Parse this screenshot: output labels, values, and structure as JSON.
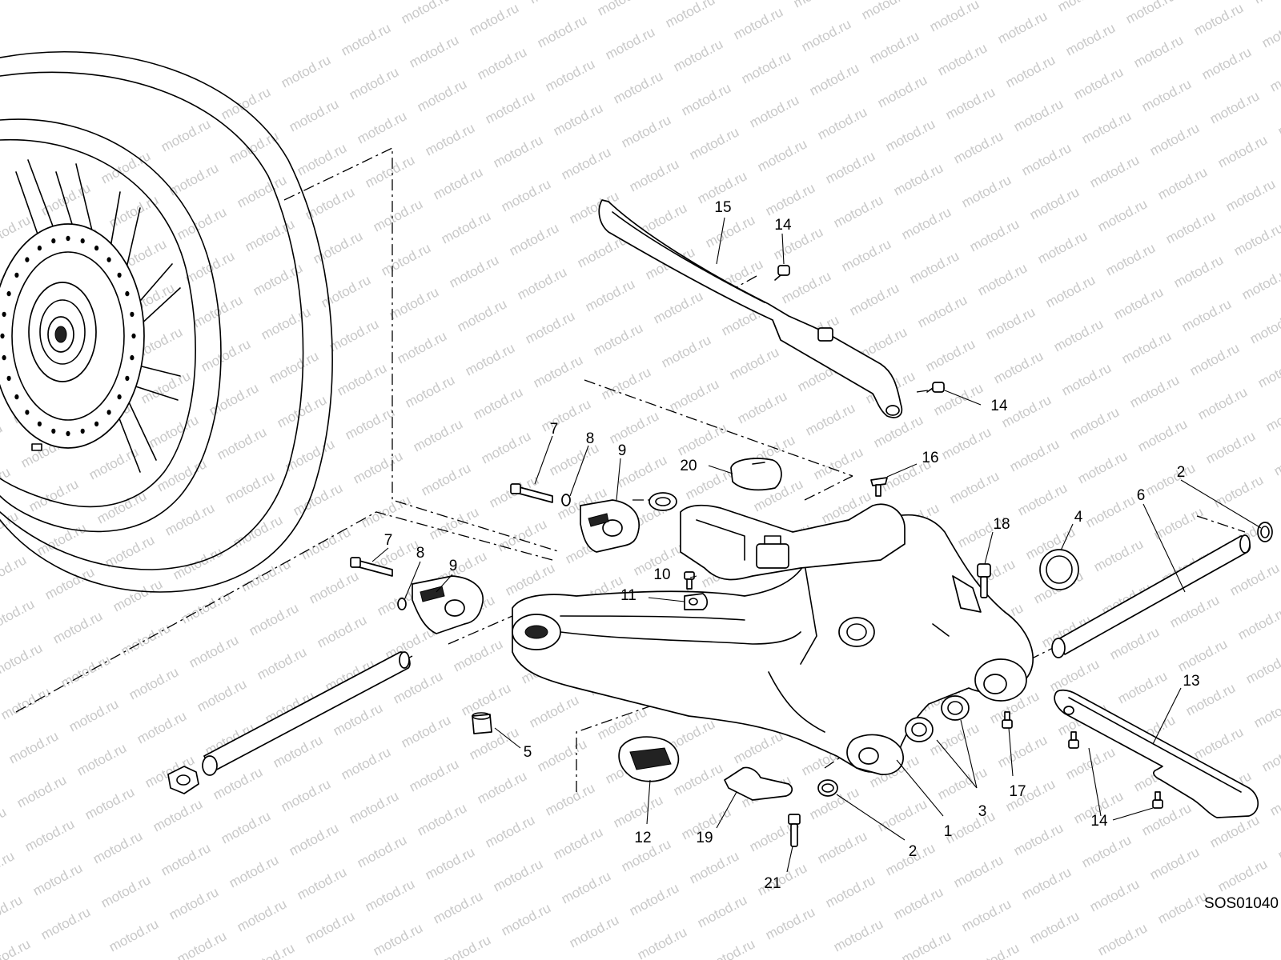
{
  "diagram": {
    "drawing_code": "SOS01040",
    "watermark": "motod.ru",
    "callouts": [
      {
        "id": "c15",
        "label": "15"
      },
      {
        "id": "c14a",
        "label": "14"
      },
      {
        "id": "c14b",
        "label": "14"
      },
      {
        "id": "c7a",
        "label": "7"
      },
      {
        "id": "c8a",
        "label": "8"
      },
      {
        "id": "c9a",
        "label": "9"
      },
      {
        "id": "c20",
        "label": "20"
      },
      {
        "id": "c16",
        "label": "16"
      },
      {
        "id": "c2a",
        "label": "2"
      },
      {
        "id": "c6",
        "label": "6"
      },
      {
        "id": "c4",
        "label": "4"
      },
      {
        "id": "c18",
        "label": "18"
      },
      {
        "id": "c10",
        "label": "10"
      },
      {
        "id": "c11",
        "label": "11"
      },
      {
        "id": "c7b",
        "label": "7"
      },
      {
        "id": "c8b",
        "label": "8"
      },
      {
        "id": "c9b",
        "label": "9"
      },
      {
        "id": "c5",
        "label": "5"
      },
      {
        "id": "c13",
        "label": "13"
      },
      {
        "id": "c17",
        "label": "17"
      },
      {
        "id": "c3",
        "label": "3"
      },
      {
        "id": "c1",
        "label": "1"
      },
      {
        "id": "c2b",
        "label": "2"
      },
      {
        "id": "c12",
        "label": "12"
      },
      {
        "id": "c19",
        "label": "19"
      },
      {
        "id": "c21",
        "label": "21"
      },
      {
        "id": "c14c",
        "label": "14"
      }
    ]
  }
}
